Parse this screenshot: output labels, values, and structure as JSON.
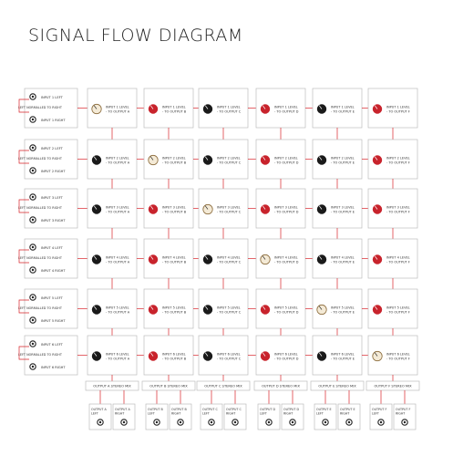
{
  "title": "SIGNAL FLOW DIAGRAM",
  "colors": {
    "wire": "#d8232a",
    "box_border": "#bdbdbd",
    "knob_dark": "#1a1a1a",
    "knob_red": "#c8232c",
    "knob_cream": "#f4ead6",
    "knob_cream_border": "#8a6a3a",
    "text": "#333333"
  },
  "inputs": [
    {
      "left": "INPUT 1 LEFT",
      "right": "INPUT 1 RIGHT",
      "normalled": "LEFT NORMALLED TO RIGHT"
    },
    {
      "left": "INPUT 2 LEFT",
      "right": "INPUT 2 RIGHT",
      "normalled": "LEFT NORMALLED TO RIGHT"
    },
    {
      "left": "INPUT 3 LEFT",
      "right": "INPUT 3 RIGHT",
      "normalled": "LEFT NORMALLED TO RIGHT"
    },
    {
      "left": "INPUT 4 LEFT",
      "right": "INPUT 4 RIGHT",
      "normalled": "LEFT NORMALLED TO RIGHT"
    },
    {
      "left": "INPUT 5 LEFT",
      "right": "INPUT 5 RIGHT",
      "normalled": "LEFT NORMALLED TO RIGHT"
    },
    {
      "left": "INPUT 6 LEFT",
      "right": "INPUT 6 RIGHT",
      "normalled": "LEFT NORMALLED TO RIGHT"
    }
  ],
  "outputs": [
    "A",
    "B",
    "C",
    "D",
    "E",
    "F"
  ],
  "level_cell": {
    "line1": "INPUT {n} LEVEL",
    "line2": "- TO OUTPUT {o}"
  },
  "knob_colors_by_output": [
    "dark",
    "red",
    "dark",
    "red",
    "dark",
    "red"
  ],
  "mix_label": "OUTPUT {o} STEREO MIX",
  "out_jack": {
    "top": "OUTPUT {o}",
    "left": "LEFT",
    "right": "RIGHT"
  }
}
